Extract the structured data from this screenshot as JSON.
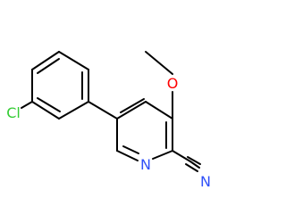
{
  "molecule": {
    "atoms": {
      "cl": {
        "label": "Cl",
        "color": "#33cc33"
      },
      "o": {
        "label": "O",
        "color": "#ff0000"
      },
      "n_ring": {
        "label": "N",
        "color": "#3050f8"
      },
      "n_nitrile": {
        "label": "N",
        "color": "#3050f8"
      }
    },
    "bond_color": "#000000"
  }
}
